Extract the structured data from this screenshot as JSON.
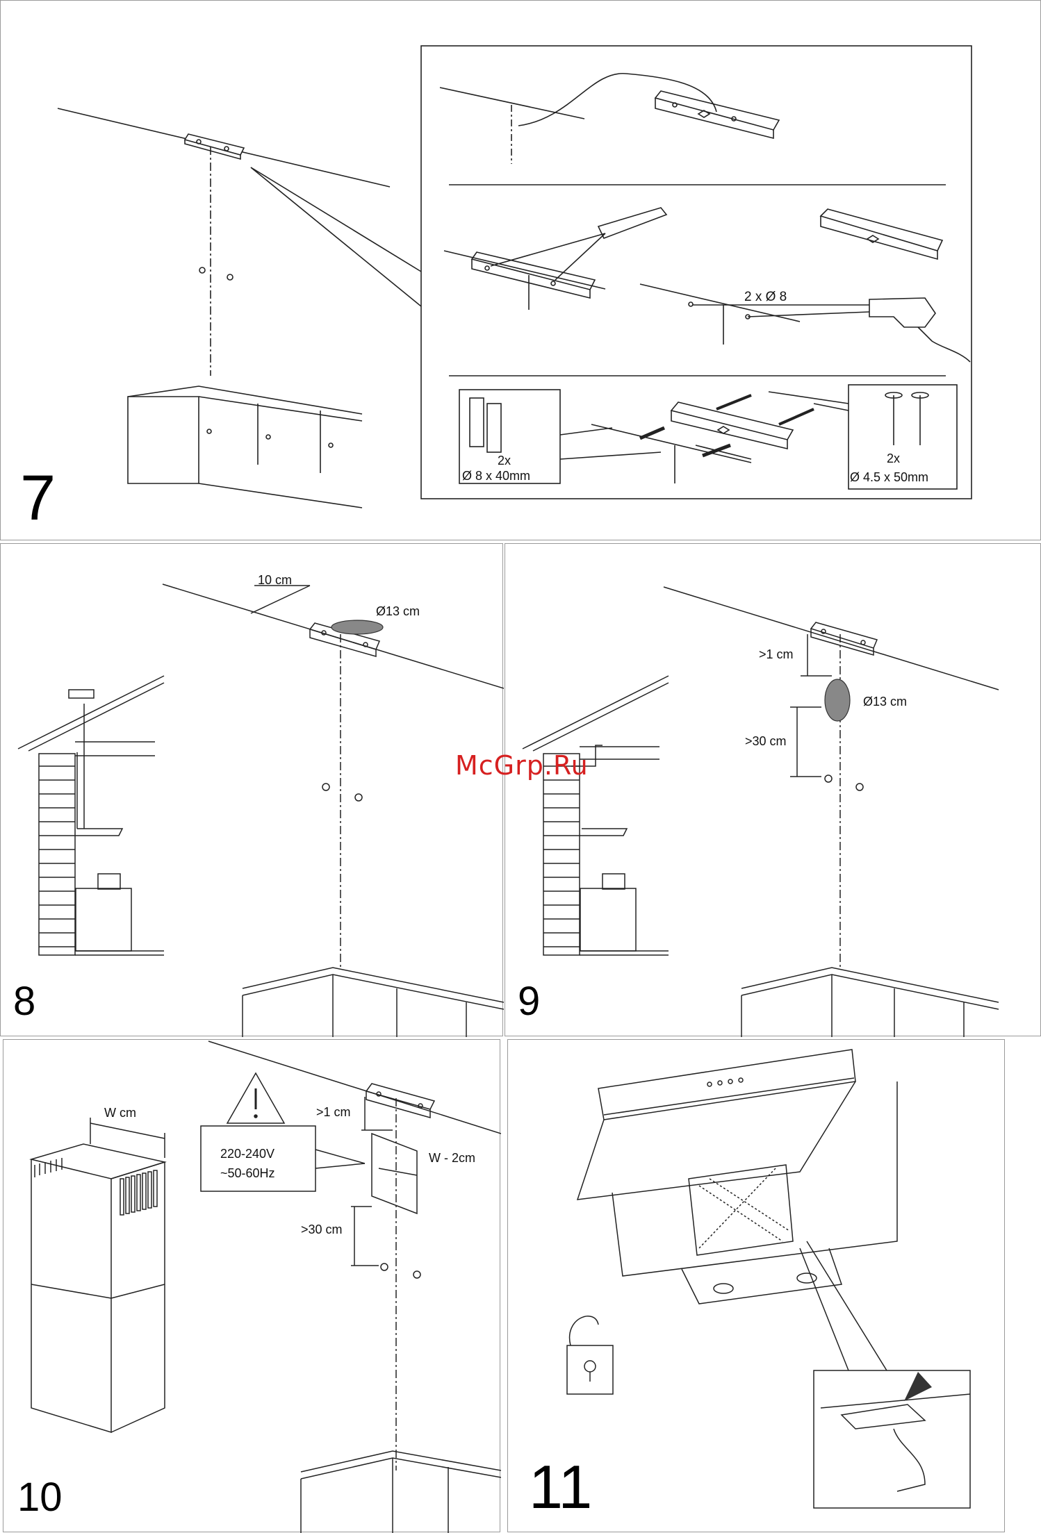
{
  "watermark": "McGrp.Ru",
  "step7": {
    "number": "7",
    "drill_label": "2 x Ø 8",
    "dowel_qty": "2x",
    "dowel_size": "Ø 8 x 40mm",
    "screw_qty": "2x",
    "screw_size": "Ø 4.5 x 50mm"
  },
  "step8": {
    "number": "8",
    "offset_label": "10 cm",
    "hole_label": "Ø13 cm"
  },
  "step9": {
    "number": "9",
    "gap_top": ">1 cm",
    "hole_label": "Ø13 cm",
    "gap_bottom": ">30 cm"
  },
  "step10": {
    "number": "10",
    "width_label": "W cm",
    "voltage": "220-240V",
    "frequency": "~50-60Hz",
    "gap_top": ">1 cm",
    "panel_width": "W - 2cm",
    "gap_bottom": ">30 cm",
    "warning_mark": "!"
  },
  "step11": {
    "number": "11"
  }
}
